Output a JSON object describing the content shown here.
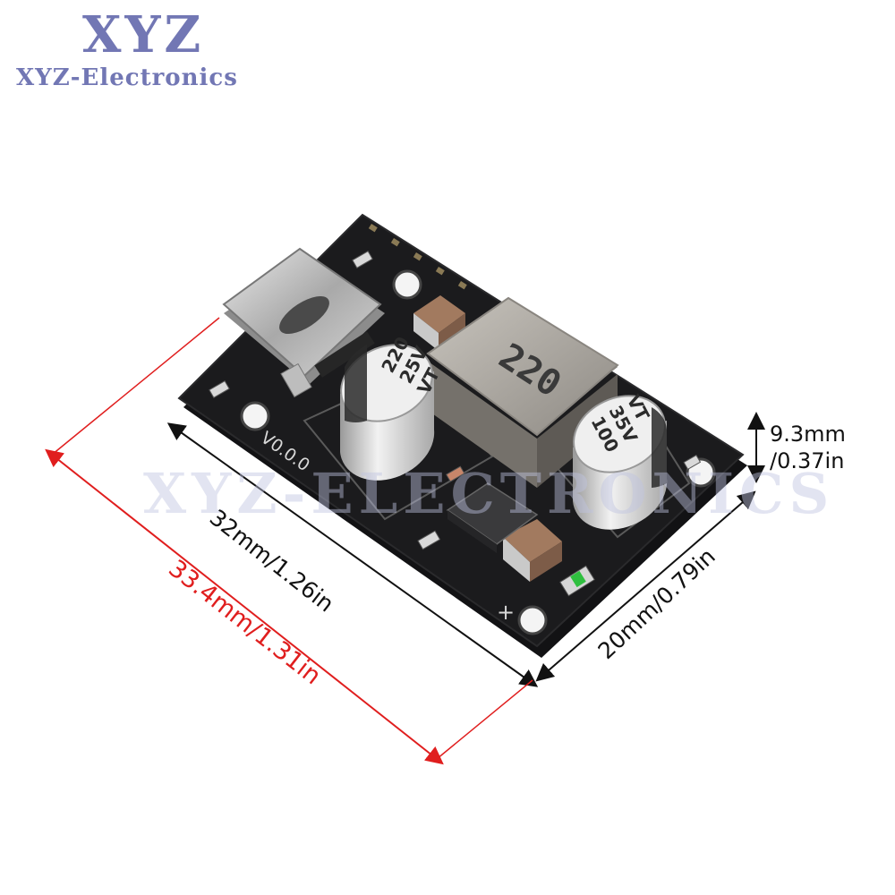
{
  "brand": {
    "logo_big": "XYZ",
    "logo_small": "XYZ-Electronics"
  },
  "watermark": "XYZ-ELECTRONICS",
  "dimensions": {
    "length": "32mm/1.26in",
    "overall_length": "33.4mm/1.31in",
    "width": "20mm/0.79in",
    "height_mm": "9.3mm",
    "height_in": "/0.37in"
  },
  "board": {
    "version": "V0.0.0",
    "plus_mark": "+",
    "capacitor_1": {
      "line1": "220",
      "line2": "25V",
      "line3": "VT"
    },
    "capacitor_2": {
      "line1": "100",
      "line2": "35V",
      "line3": "VT"
    },
    "inductor": "220"
  },
  "colors": {
    "pcb": "#1b1b1d",
    "red_dimension": "#e01e1e",
    "logo": "#7277b4",
    "led": "#2fbf3f"
  }
}
